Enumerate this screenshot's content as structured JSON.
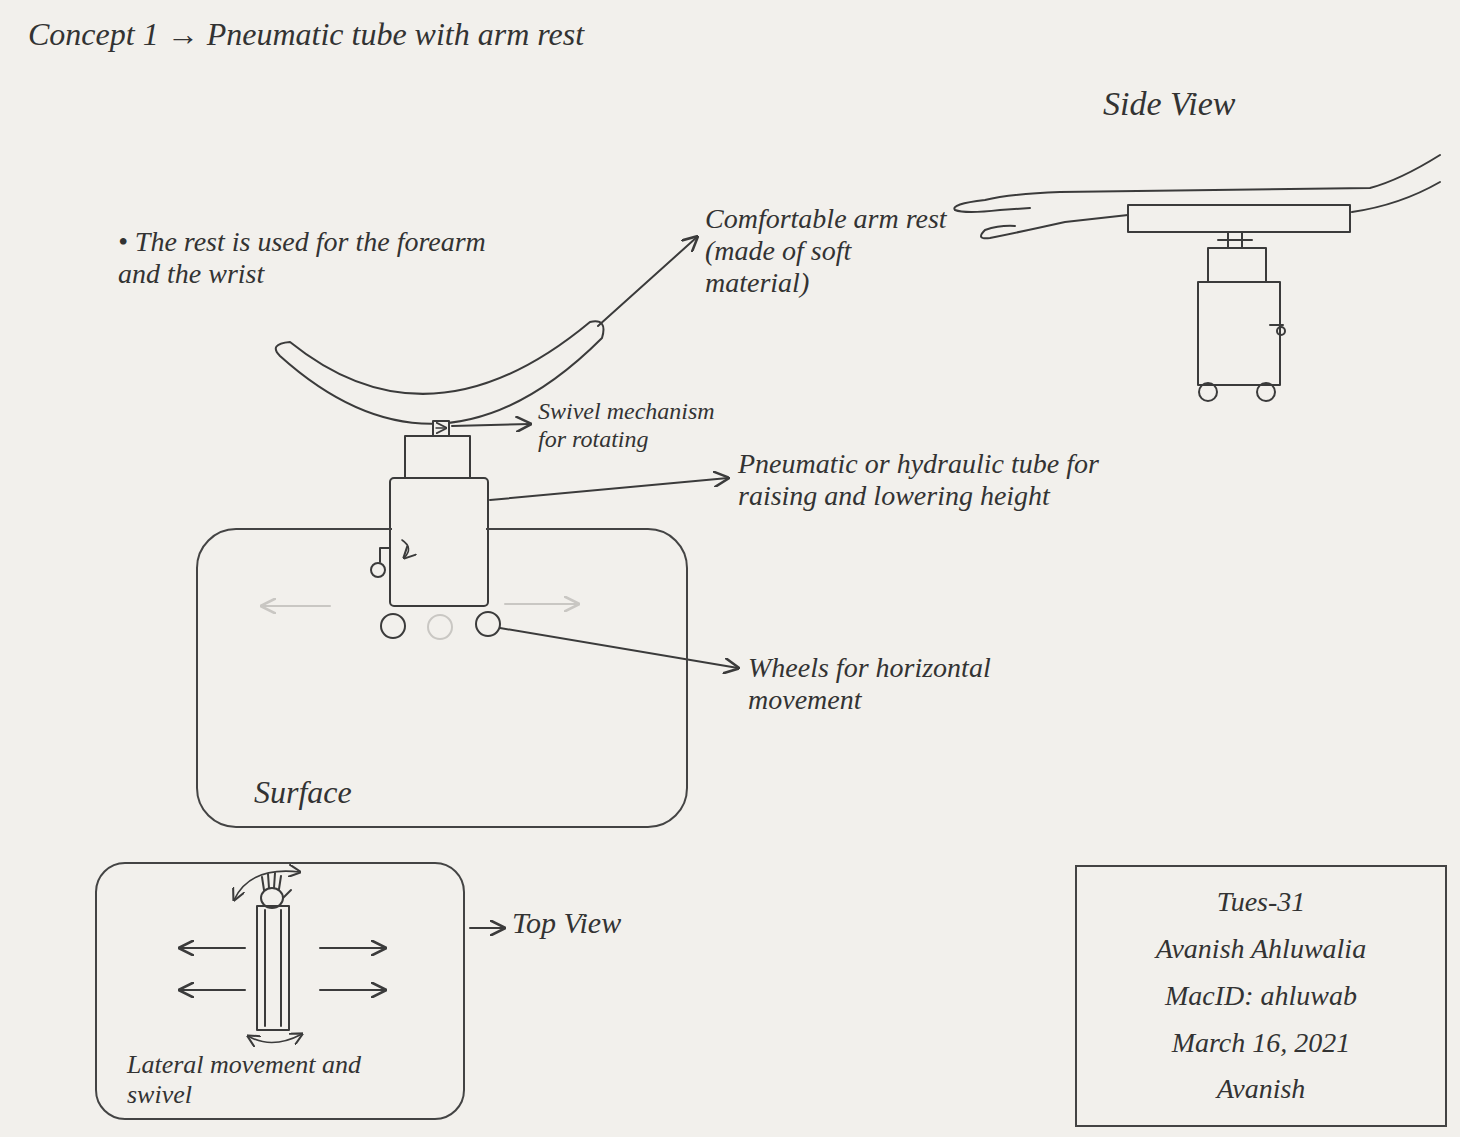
{
  "diagram": {
    "title": "Concept 1 → Pneumatic tube with arm rest",
    "nodes": [
      {
        "text": [
          "Surface"
        ]
      },
      {
        "text": [
          "Lateral movement and swivel"
        ]
      },
      {
        "text": [
          "Tues-31",
          "Avanish Ahluwalia",
          "MacID: ahluwab",
          "March 16, 2021",
          "Avanish"
        ]
      }
    ],
    "labels": [
      "Side View",
      "• The rest is used for the forearm and the wrist",
      "Comfortable arm rest (made of soft material)",
      "Swivel mechanism for rotating",
      "Pneumatic or hydraulic tube for raising and lowering height",
      "Wheels for horizontal movement",
      "Top View"
    ]
  }
}
